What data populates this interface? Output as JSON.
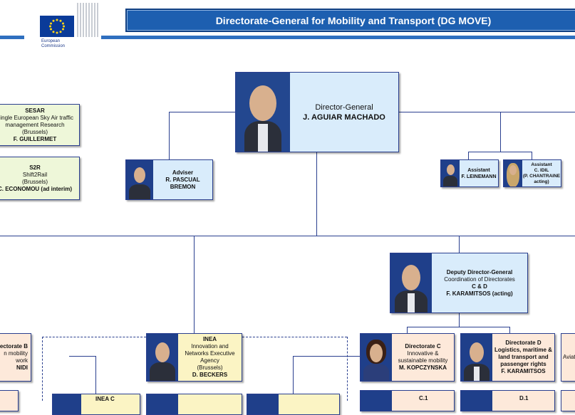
{
  "header": {
    "title": "Directorate-General for Mobility and Transport (DG MOVE)",
    "logo_line1": "European",
    "logo_line2": "Commission"
  },
  "colors": {
    "header_bg": "#1d5fb0",
    "line": "#2a3f8f",
    "blue_box": "#d9ecfb",
    "green_box": "#eef7d9",
    "peach_box": "#fde9da",
    "yellow_box": "#fbf4c4"
  },
  "director_general": {
    "role": "Director-General",
    "name": "J. AGUIAR MACHADO"
  },
  "adviser": {
    "role": "Adviser",
    "name": "R. PASCUAL BREMON"
  },
  "assistant1": {
    "role": "Assistant",
    "name": "F. LEINEMANN"
  },
  "assistant2": {
    "role": "Assistant",
    "name": "C. IDIL",
    "note": "(P. CHANTRAINE",
    "note2": "acting)"
  },
  "sesar": {
    "title": "SESAR",
    "line1": "Single European Sky Air traffic",
    "line2": "management Research",
    "line3": "(Brussels)",
    "name": "F. GUILLERMET"
  },
  "s2r": {
    "title": "S2R",
    "line1": "Shift2Rail",
    "line2": "(Brussels)",
    "name": "C. ECONOMOU (ad interim)"
  },
  "deputy": {
    "role": "Deputy Director-General",
    "line1": "Coordination of Directorates",
    "line2": "C & D",
    "name": "F. KARAMITSOS (acting)"
  },
  "inea": {
    "title": "INEA",
    "line1": "Innovation and",
    "line2": "Networks Executive",
    "line3": "Agency",
    "line4": "(Brussels)",
    "name": "D. BECKERS"
  },
  "dir_b": {
    "title": "Directorate  B",
    "line1": "n mobility",
    "line2": "work",
    "name": "NIDI"
  },
  "dir_c": {
    "title": "Directorate  C",
    "line1": "Innovative &",
    "line2": "sustainable mobility",
    "name": "M. KOPCZYNSKA"
  },
  "dir_d": {
    "title": "Directorate  D",
    "line1": "Logistics, maritime &",
    "line2": "land transport and",
    "line3": "passenger rights",
    "name": "F. KARAMITSOS"
  },
  "dir_e": {
    "line1": "Aviati"
  },
  "bottom": {
    "inea_c": "INEA C",
    "c1": "C.1",
    "d1": "D.1"
  }
}
